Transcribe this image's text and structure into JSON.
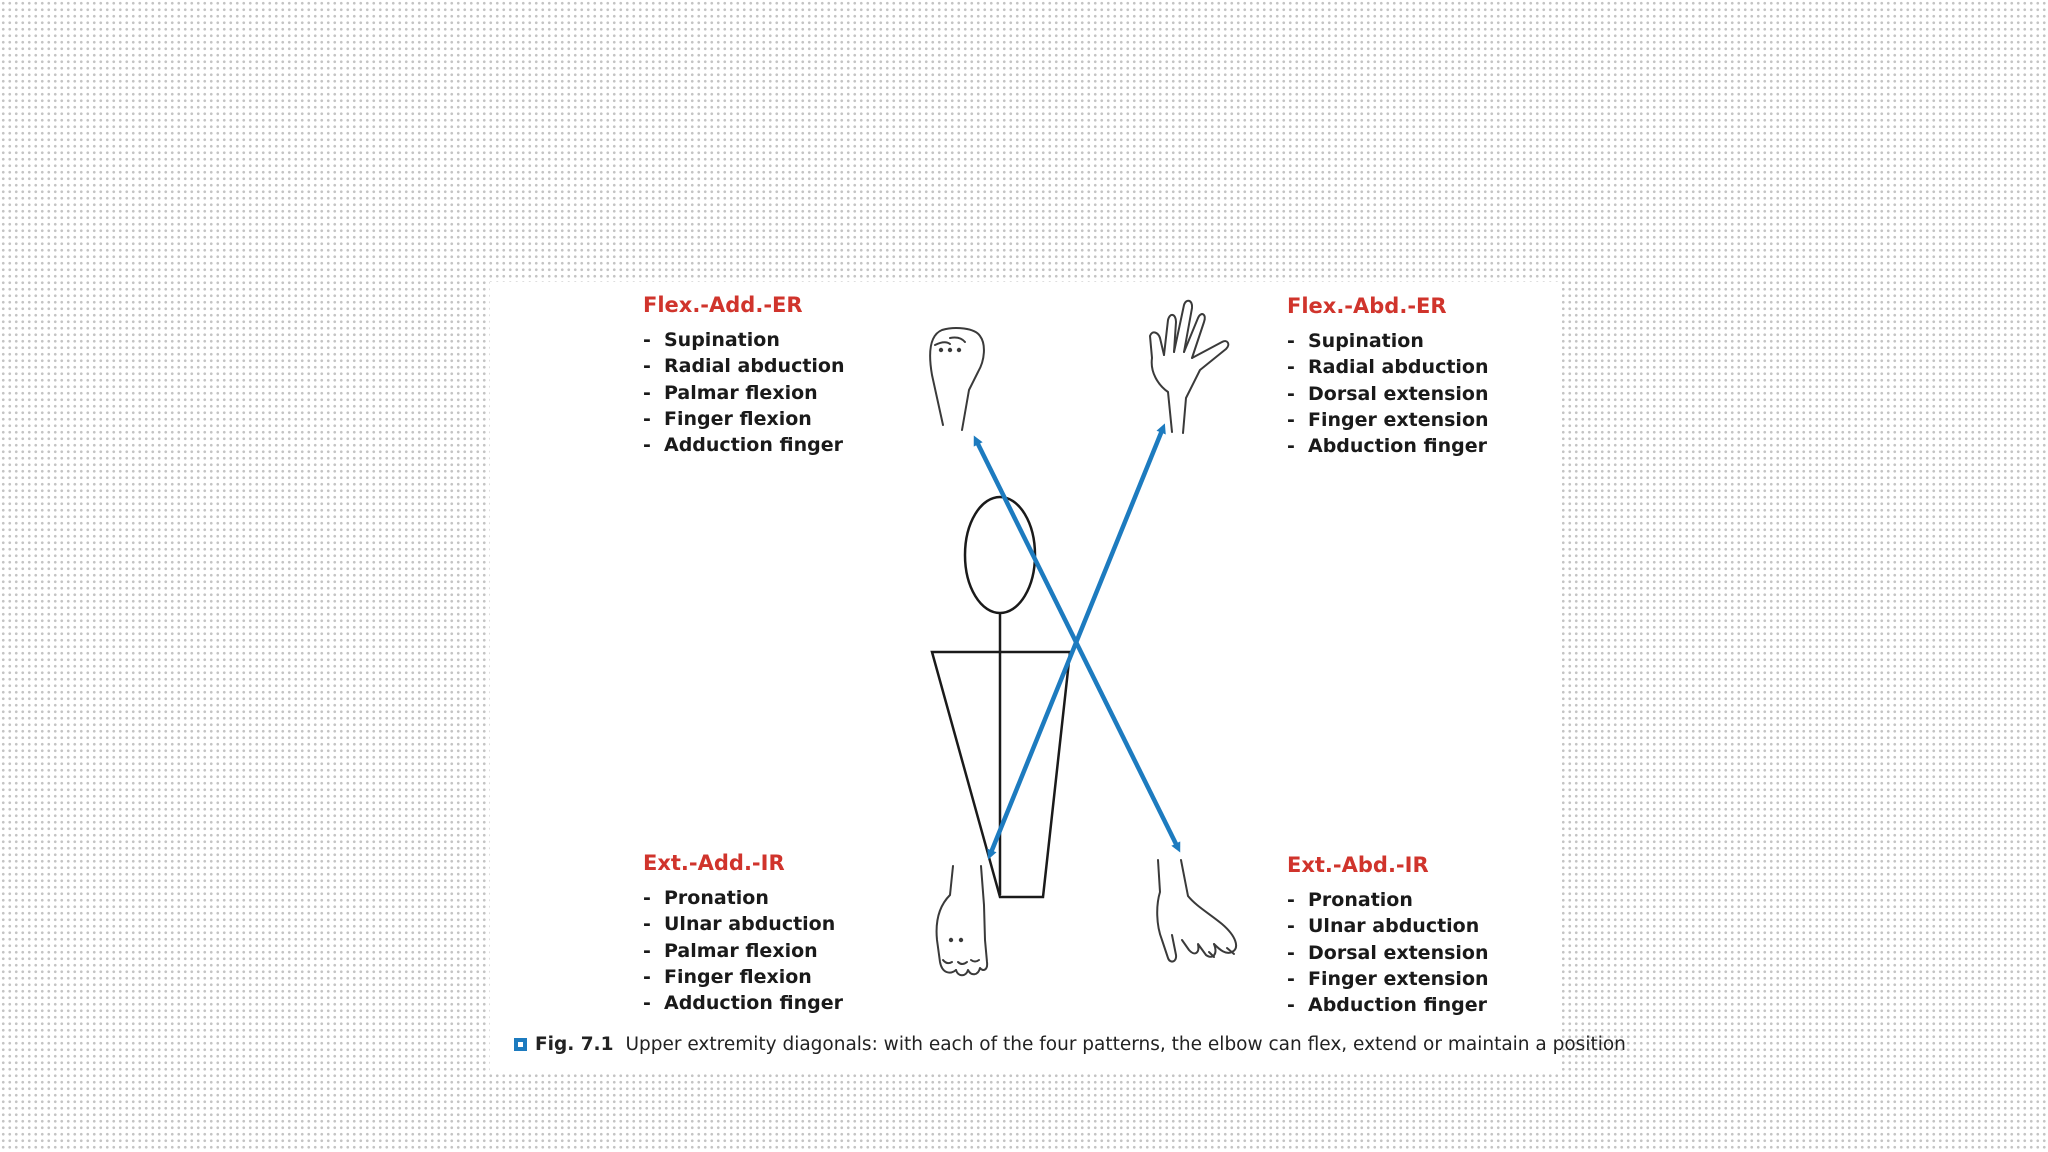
{
  "patterns": {
    "top_left": {
      "title": "Flex.-Add.-ER",
      "items": [
        "Supination",
        "Radial abduction",
        "Palmar flexion",
        "Finger flexion",
        "Adduction finger"
      ]
    },
    "top_right": {
      "title": "Flex.-Abd.-ER",
      "items": [
        "Supination",
        "Radial abduction",
        "Dorsal extension",
        "Finger extension",
        "Abduction finger"
      ]
    },
    "bottom_left": {
      "title": "Ext.-Add.-IR",
      "items": [
        "Pronation",
        "Ulnar abduction",
        "Palmar flexion",
        "Finger flexion",
        "Adduction finger"
      ]
    },
    "bottom_right": {
      "title": "Ext.-Abd.-IR",
      "items": [
        "Pronation",
        "Ulnar abduction",
        "Dorsal extension",
        "Finger extension",
        "Abduction finger"
      ]
    }
  },
  "caption": {
    "label": "Fig. 7.1",
    "text": "Upper extremity diagonals: with each of the four patterns, the elbow can flex, extend or maintain a position"
  },
  "colors": {
    "title_red": "#d0342c",
    "arrow_blue": "#1d7bbf",
    "outline_black": "#1a1a1a"
  },
  "icons": [
    "hand-fist-supinated-icon",
    "hand-open-raised-icon",
    "hand-fingers-down-icon",
    "hand-pronated-down-icon",
    "arrow-double-icon"
  ]
}
